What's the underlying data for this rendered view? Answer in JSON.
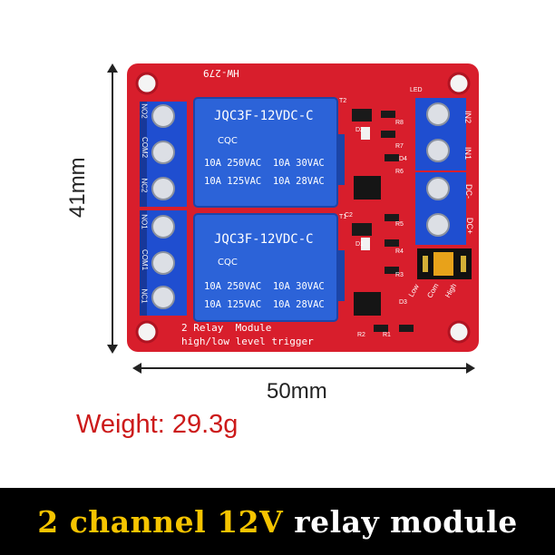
{
  "dimensions": {
    "height": "41mm",
    "width": "50mm"
  },
  "weight": "Weight: 29.3g",
  "banner": {
    "accent": "2 channel 12V",
    "main": "relay module"
  },
  "board": {
    "model": "HW-279",
    "silk_title": "2 Relay  Module",
    "silk_subtitle": "high/low level trigger",
    "relays": [
      {
        "model": "JQC3F-12VDC-C",
        "rating_1": "10A 250VAC  10A 30VAC",
        "rating_2": "10A 125VAC  10A 28VAC",
        "marks": "CQC"
      },
      {
        "model": "JQC3F-12VDC-C",
        "rating_1": "10A 250VAC  10A 30VAC",
        "rating_2": "10A 125VAC  10A 28VAC",
        "marks": "CQC"
      }
    ],
    "left_labels": [
      "NO2",
      "COM2",
      "NC2",
      "NO1",
      "COM1",
      "NC1"
    ],
    "right_labels": [
      "IN2",
      "IN1",
      "DC-",
      "DC+"
    ],
    "jumper_labels": [
      "Low",
      "Com",
      "High"
    ],
    "components": [
      "R8",
      "R7",
      "R6",
      "R5",
      "R4",
      "R3",
      "R2",
      "R1",
      "D2",
      "D1",
      "D3",
      "D4",
      "C2",
      "T2",
      "T1",
      "LED"
    ]
  },
  "colors": {
    "pcb": "#d81e2c",
    "terminal": "#1f4ed0",
    "relay": "#2c63d8",
    "banner_accent": "#f5c400",
    "weight": "#cc1a1a"
  }
}
